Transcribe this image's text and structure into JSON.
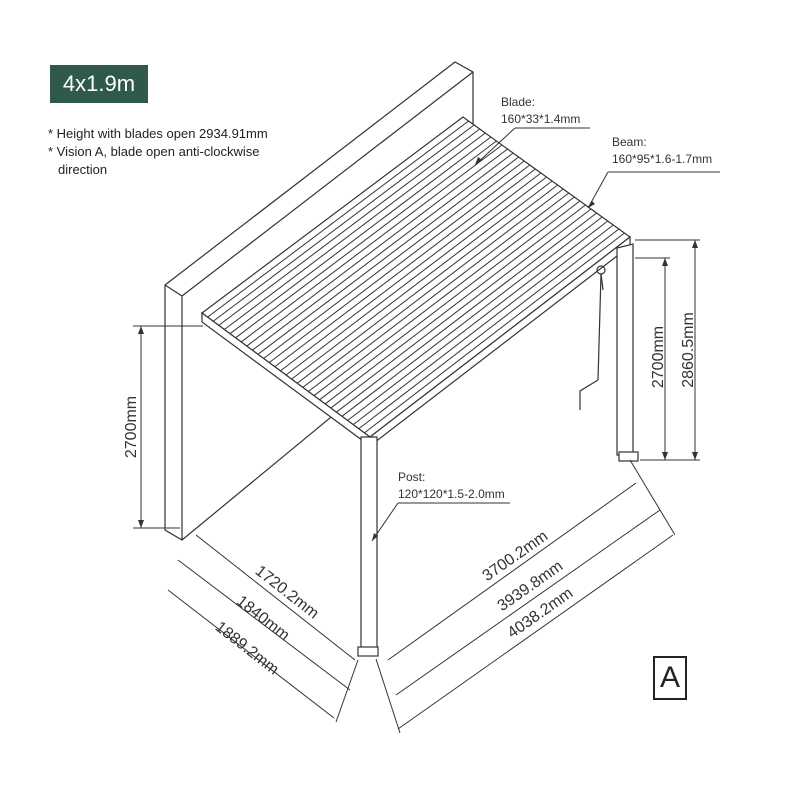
{
  "badge": "4x1.9m",
  "notes": {
    "line1": "* Height with blades open 2934.91mm",
    "line2": "* Vision A, blade open anti-clockwise",
    "line3": "direction"
  },
  "labels": {
    "blade_title": "Blade:",
    "blade_dim": "160*33*1.4mm",
    "beam_title": "Beam:",
    "beam_dim": "160*95*1.6-1.7mm",
    "post_title": "Post:",
    "post_dim": "120*120*1.5-2.0mm"
  },
  "dimensions": {
    "height_left": "2700mm",
    "height_right_inner": "2700mm",
    "height_right_outer": "2860.5mm",
    "depth_1": "1720.2mm",
    "depth_2": "1840mm",
    "depth_3": "1889.2mm",
    "width_1": "3700.2mm",
    "width_2": "3939.8mm",
    "width_3": "4038.2mm"
  },
  "vision_label": "A",
  "colors": {
    "badge_bg": "#2f5a49",
    "line": "#333333"
  }
}
